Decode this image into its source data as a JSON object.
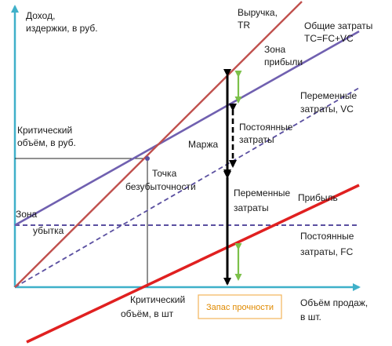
{
  "labels": {
    "y_axis": [
      "Доход,",
      "издержки, в руб."
    ],
    "x_axis": [
      "Объём продаж,",
      "в шт."
    ],
    "revenue": [
      "Выручка,",
      "TR"
    ],
    "total_costs": [
      "Общие затраты",
      "TC=FC+VC"
    ],
    "profit_zone": [
      "Зона",
      "прибыли"
    ],
    "variable_costs_line": [
      "Переменные",
      "затраты, VC"
    ],
    "fixed_costs_line": [
      "Постоянные",
      "затраты, FC"
    ],
    "critical_volume_rub": [
      "Критический",
      "объём, в руб."
    ],
    "breakeven_point": [
      "Точка",
      "безубыточности"
    ],
    "margin": "Маржа",
    "fixed_costs_mid": [
      "Постоянные",
      "затраты"
    ],
    "variable_costs_mid": [
      "Переменные",
      "затраты"
    ],
    "profit": "Прибыль",
    "loss_zone": [
      "Зона",
      "убытка"
    ],
    "critical_volume_pcs": [
      "Критический",
      "объём, в шт"
    ],
    "safety_margin": "Запас прочности"
  },
  "colors": {
    "axis": "#3fb0c9",
    "revenue": "#c0504d",
    "total_costs": "#7060b0",
    "variable_costs": "#5a4fa0",
    "fixed_costs": "#5a4fa0",
    "profit": "#e02020",
    "green_arrows": "#7cc04a",
    "black_arrows": "#000000",
    "safety_box_border": "#f2b35a",
    "safety_box_text": "#e08a00"
  }
}
